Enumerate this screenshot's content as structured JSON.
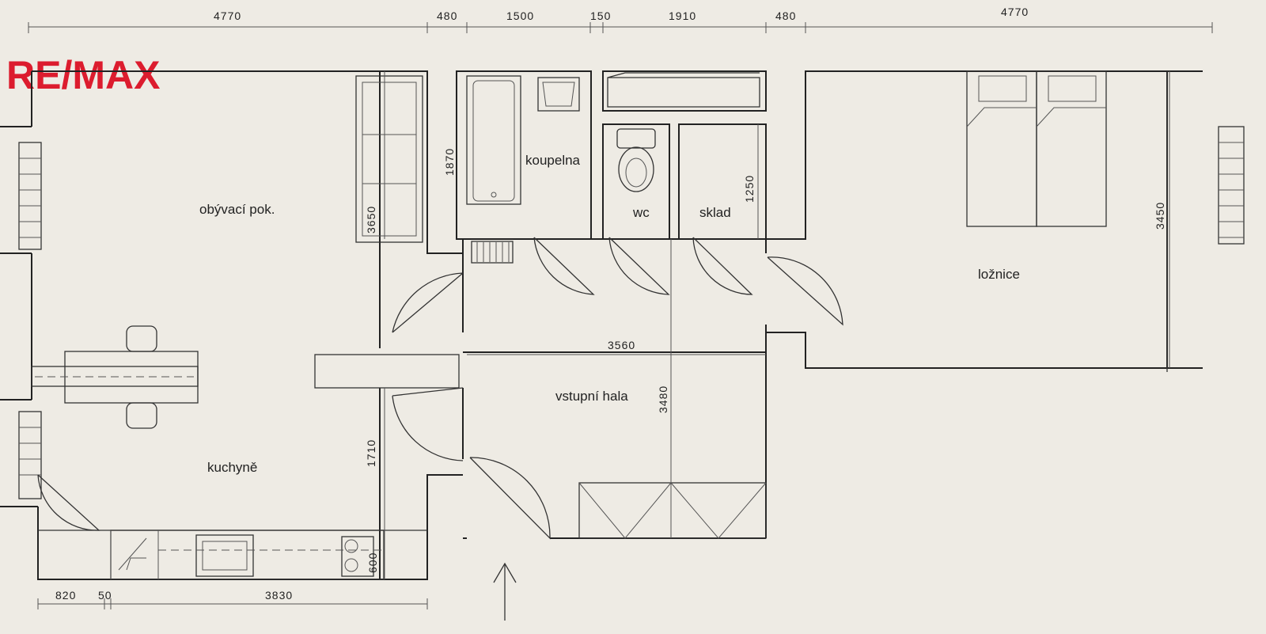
{
  "brand": {
    "logo_text": "RE/MAX",
    "logo_color": "#dc1c2e",
    "slash_color": "#0b3a8c"
  },
  "rooms": {
    "living": "obývací pok.",
    "bathroom": "koupelna",
    "wc": "wc",
    "storage": "sklad",
    "bedroom": "ložnice",
    "hall": "vstupní hala",
    "kitchen": "kuchyně"
  },
  "dimensions": {
    "top": [
      "4770",
      "480",
      "1500",
      "150",
      "1910",
      "480",
      "4770"
    ],
    "bottom": [
      "820",
      "50",
      "3830"
    ],
    "living_height": "3650",
    "bath_height": "1870",
    "storage_height": "1250",
    "bedroom_height": "3450",
    "hall_width": "3560",
    "hall_height": "3480",
    "kitchen_height": "1710",
    "counter_depth": "600"
  },
  "icons": {
    "entrance": "arrow-up-icon"
  }
}
